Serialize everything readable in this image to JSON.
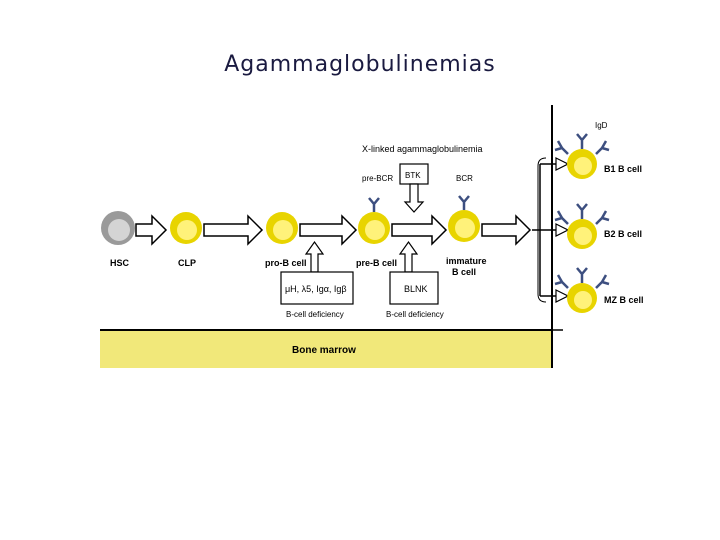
{
  "slide": {
    "title": "Agammaglobulinemias"
  },
  "colors": {
    "cell_outer": "#e8d400",
    "cell_inner": "#fff27a",
    "hsc_outer": "#9a9a9a",
    "hsc_inner": "#d4d4d4",
    "marrow_band": "#f1e87a",
    "receptor": "#3d4f80",
    "line": "#000000"
  },
  "cells": {
    "hsc": "HSC",
    "clp": "CLP",
    "pro_b": "pro-B cell",
    "pre_b": "pre-B cell",
    "immature_line1": "immature",
    "immature_line2": "B cell",
    "b1": "B1 B cell",
    "b2": "B2 B cell",
    "mz": "MZ B cell"
  },
  "receptor_labels": {
    "pre_bcr": "pre-BCR",
    "bcr": "BCR",
    "igd": "IgD"
  },
  "defects": {
    "xla_title": "X-linked agammaglobulinemia",
    "btk": "BTK",
    "genes": "μH, λ5, Igα, Igβ",
    "blnk": "BLNK",
    "deficiency_left": "B-cell deficiency",
    "deficiency_right": "B-cell deficiency"
  },
  "marrow": {
    "label": "Bone marrow"
  }
}
